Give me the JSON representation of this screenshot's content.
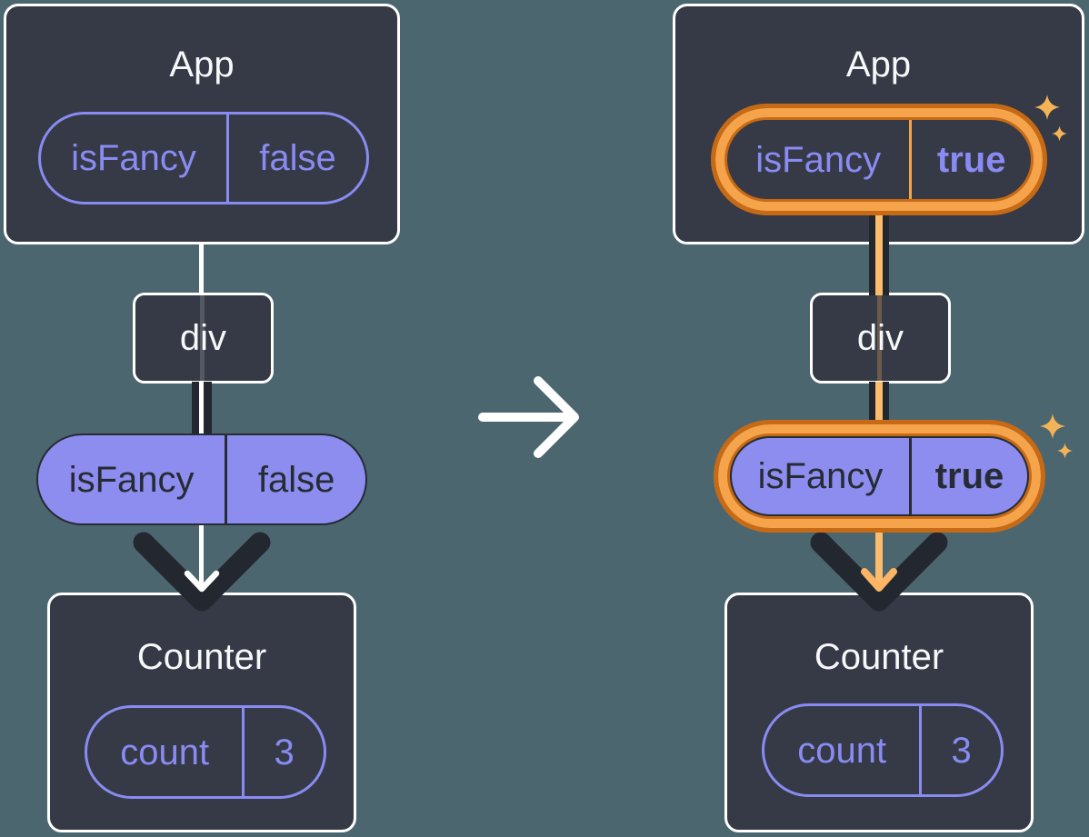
{
  "panels": {
    "before": {
      "app": {
        "title": "App",
        "prop_name": "isFancy",
        "prop_value": "false"
      },
      "div_label": "div",
      "passed_prop": {
        "name": "isFancy",
        "value": "false"
      },
      "counter": {
        "title": "Counter",
        "state_name": "count",
        "state_value": "3"
      }
    },
    "after": {
      "app": {
        "title": "App",
        "prop_name": "isFancy",
        "prop_value": "true"
      },
      "div_label": "div",
      "passed_prop": {
        "name": "isFancy",
        "value": "true"
      },
      "counter": {
        "title": "Counter",
        "state_name": "count",
        "state_value": "3"
      }
    }
  },
  "icons": {
    "transition_arrow": "right-arrow →",
    "sparkle": "four-point-star ✦"
  },
  "colors": {
    "background": "#4C6670",
    "card_background": "#353A46",
    "card_border": "#FFFFFF",
    "ink_dark": "#23272F",
    "purple_accent": "#8A8BF2",
    "purple_fill": "#8D8DF0",
    "highlight_orange_dark": "#C76A15",
    "highlight_orange_light": "#F5A44B",
    "highlight_line_orange": "#FBBD6B",
    "sparkle_orange": "#F5B357",
    "title_text": "#F7F8FA"
  }
}
